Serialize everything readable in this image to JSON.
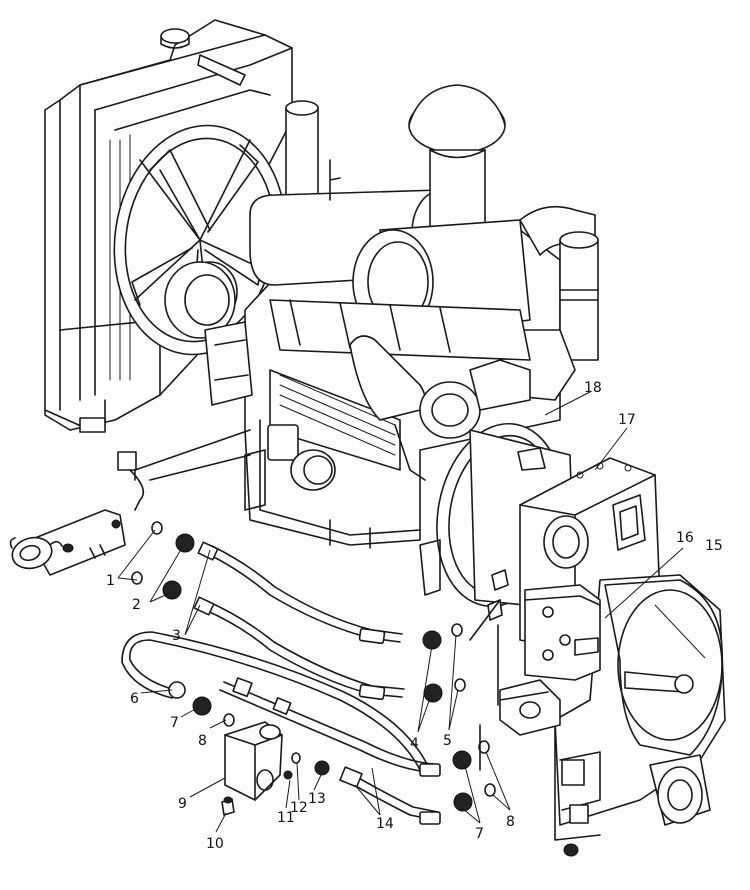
{
  "callouts": [
    {
      "id": "1",
      "label": "1"
    },
    {
      "id": "2",
      "label": "2"
    },
    {
      "id": "3",
      "label": "3"
    },
    {
      "id": "4",
      "label": "4"
    },
    {
      "id": "5",
      "label": "5"
    },
    {
      "id": "6",
      "label": "6"
    },
    {
      "id": "7a",
      "label": "7"
    },
    {
      "id": "7b",
      "label": "7"
    },
    {
      "id": "8a",
      "label": "8"
    },
    {
      "id": "8b",
      "label": "8"
    },
    {
      "id": "9",
      "label": "9"
    },
    {
      "id": "10",
      "label": "10"
    },
    {
      "id": "11",
      "label": "11"
    },
    {
      "id": "12",
      "label": "12"
    },
    {
      "id": "13",
      "label": "13"
    },
    {
      "id": "14",
      "label": "14"
    },
    {
      "id": "15",
      "label": "15"
    },
    {
      "id": "16",
      "label": "16"
    },
    {
      "id": "17",
      "label": "17"
    },
    {
      "id": "18",
      "label": "18"
    }
  ]
}
